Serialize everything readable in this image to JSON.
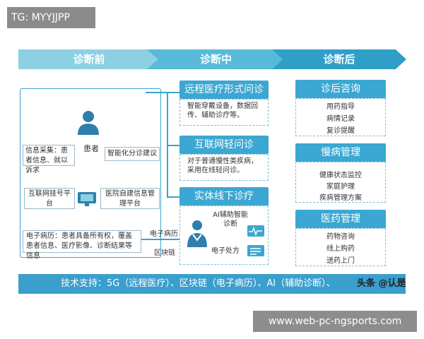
{
  "tag": "TG: MYYJJPP",
  "watermark": "www.web-pc-ngsports.com",
  "phases": [
    "诊断前",
    "诊断中",
    "诊断后"
  ],
  "before": {
    "patient_label": "患者",
    "info_collect": "信息采集：患者信息、就以诉求",
    "smart_triage": "智能化分诊建议",
    "internet_register": "互联网挂号平台",
    "hospital_system": "医院自建信息管理平台",
    "emr": "电子病历：患者具备所有权，覆盖患者信息、医疗影像、诊断结果等信息",
    "emr_link": "电子病历",
    "blockchain_link": "区块链"
  },
  "during": {
    "remote_title": "远程医疗形式问诊",
    "remote_desc": "智能穿戴设备，数据回传、辅助诊疗等。",
    "internet_title": "互联网轻问诊",
    "internet_desc": "对于普通慢性类疾病，采用在线轻问诊。",
    "offline_title": "实体线下诊疗",
    "ai_diag": "AI辅助智能诊断",
    "e_prescription": "电子处方"
  },
  "after": {
    "consult_title": "诊后咨询",
    "consult_items": [
      "用药指导",
      "病情记录",
      "复诊提醒"
    ],
    "chronic_title": "慢病管理",
    "chronic_items": [
      "健康状态监控",
      "家庭护理",
      "疾病管理方案"
    ],
    "pharma_title": "医药管理",
    "pharma_items": [
      "药物咨询",
      "线上购药",
      "送药上门"
    ]
  },
  "footer": "技术支持：5G（远程医疗）、区块链（电子病历）、AI（辅助诊断）、",
  "toutiao": "头条 @认是",
  "colors": {
    "primary": "#3ba7d2",
    "light": "#8dd0e4",
    "mid": "#58bad8",
    "dark": "#2f9fc8"
  }
}
